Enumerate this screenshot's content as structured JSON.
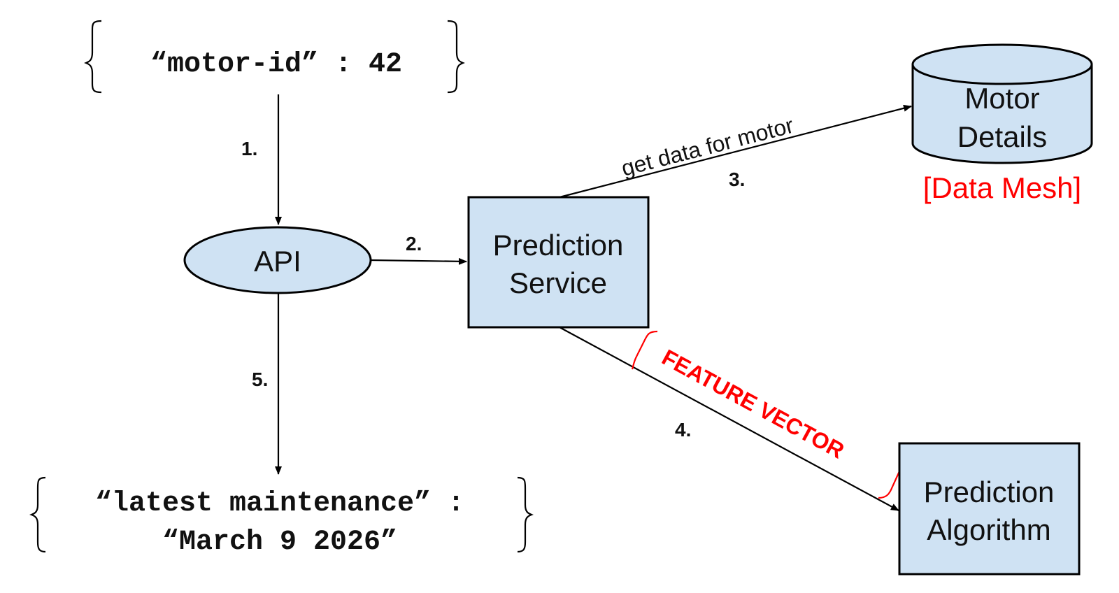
{
  "request": {
    "text": "“motor-id” : 42"
  },
  "response": {
    "line1": "“latest maintenance” :",
    "line2": "“March 9 2026”"
  },
  "nodes": {
    "api": {
      "label": "API",
      "shape": "ellipse"
    },
    "prediction_service": {
      "line1": "Prediction",
      "line2": "Service",
      "shape": "rectangle"
    },
    "motor_details": {
      "line1": "Motor",
      "line2": "Details",
      "shape": "cylinder",
      "annotation": "[Data Mesh]"
    },
    "prediction_algorithm": {
      "line1": "Prediction",
      "line2": "Algorithm",
      "shape": "rectangle"
    }
  },
  "edges": [
    {
      "from": "request",
      "to": "api",
      "step": "1."
    },
    {
      "from": "api",
      "to": "prediction_service",
      "step": "2."
    },
    {
      "from": "prediction_service",
      "to": "motor_details",
      "step": "3.",
      "label": "get data for motor"
    },
    {
      "from": "prediction_service",
      "to": "prediction_algorithm",
      "step": "4.",
      "annotation": "FEATURE VECTOR"
    },
    {
      "from": "api",
      "to": "response",
      "step": "5."
    }
  ],
  "colors": {
    "shape_fill": "#cfe2f3",
    "annotation": "#ff0000",
    "stroke": "#000000"
  }
}
